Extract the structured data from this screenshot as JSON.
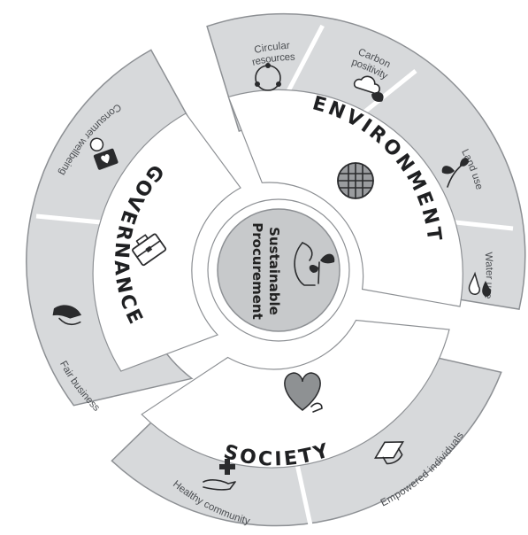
{
  "center": {
    "line1": "Sustainable",
    "line2": "Procurement"
  },
  "pillars": [
    {
      "id": "environment",
      "label": "ENVIRONMENT",
      "icon": "globe-grid-icon",
      "subitems": [
        {
          "label_lines": [
            "Circular",
            "resources"
          ],
          "icon": "circular-arrows-icon"
        },
        {
          "label_lines": [
            "Carbon",
            "positivity"
          ],
          "icon": "carbon-cloud-icon"
        },
        {
          "label_lines": [
            "Land use"
          ],
          "icon": "plant-sprout-icon"
        },
        {
          "label_lines": [
            "Water use"
          ],
          "icon": "water-drops-icon"
        }
      ]
    },
    {
      "id": "society",
      "label": "SOCIETY",
      "icon": "heart-hand-icon",
      "subitems": [
        {
          "label_lines": [
            "Empowered individuals"
          ],
          "icon": "graduation-cap-icon"
        },
        {
          "label_lines": [
            "Healthy community"
          ],
          "icon": "hand-medical-cross-icon"
        }
      ]
    },
    {
      "id": "governance",
      "label": "GOVERNANCE",
      "icon": "briefcase-icon",
      "subitems": [
        {
          "label_lines": [
            "Fair business"
          ],
          "icon": "handshake-icon"
        },
        {
          "label_lines": [
            "Consumer wellbeing"
          ],
          "icon": "person-heart-icon"
        }
      ]
    }
  ],
  "colors": {
    "ring": "#d7d9db",
    "outline": "#8d9094",
    "hub": "#c7c9cb",
    "heart": "#8e9193",
    "icon": "#2a2b2d"
  }
}
